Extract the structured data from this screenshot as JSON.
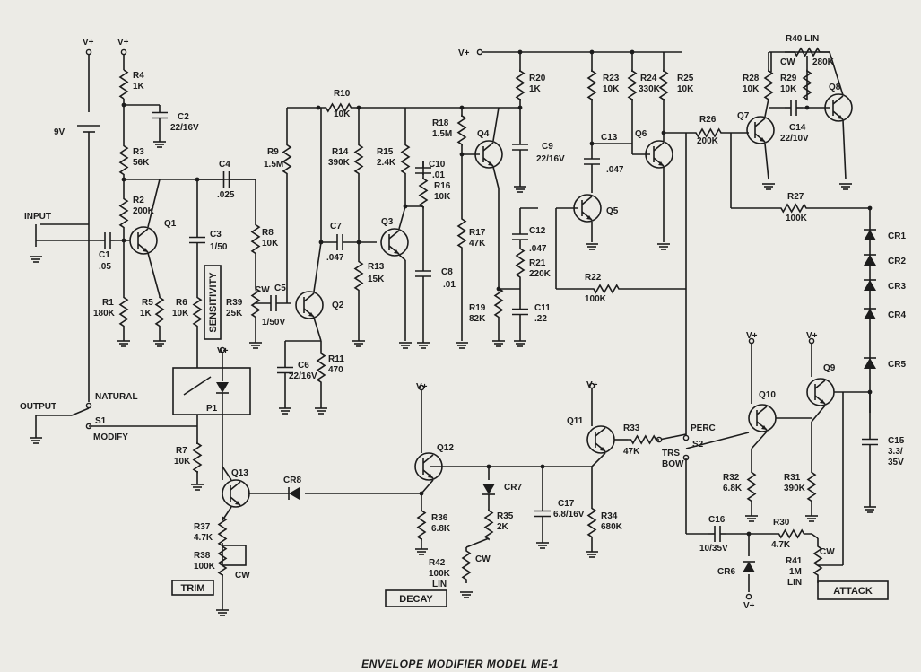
{
  "title": "ENVELOPE MODIFIER MODEL ME-1",
  "boxes": {
    "trim": "TRIM",
    "decay": "DECAY",
    "attack": "ATTACK",
    "sensitivity": "SENSITIVITY"
  },
  "labels": {
    "vplus_a": "V+",
    "vplus_b": "V+",
    "vplus_c": "V+",
    "vplus_d": "V+",
    "vplus_e": "V+",
    "vplus_f": "V+",
    "vplus_g": "V+",
    "vplus_h": "V+",
    "vplus_i": "V+",
    "battery": "9V",
    "input": "INPUT",
    "output": "OUTPUT",
    "natural": "NATURAL",
    "modify": "MODIFY",
    "s1": "S1",
    "perc": "PERC",
    "trs": "TRS",
    "bow": "BOW",
    "s2": "S2",
    "r4": "R4",
    "r4v": "1K",
    "c2": "C2",
    "c2v": "22/16V",
    "r3": "R3",
    "r3v": "56K",
    "c4": "C4",
    "c4v": ".025",
    "r2": "R2",
    "r2v": "200K",
    "q1": "Q1",
    "c3": "C3",
    "c3v": "1/50",
    "r8": "R8",
    "r8v": "10K",
    "c1": "C1",
    "c1v": ".05",
    "r1": "R1",
    "r1v": "180K",
    "r5": "R5",
    "r5v": "1K",
    "r6": "R6",
    "r6v": "10K",
    "r39": "R39",
    "r39v": "25K",
    "cw1": "CW",
    "c5": "C5",
    "c5v": "1/50V",
    "q2": "Q2",
    "c6": "C6",
    "c6v": "22/16V",
    "r11": "R11",
    "r11v": "470",
    "r9": "R9",
    "r9v": "1.5M",
    "r10": "R10",
    "r10v": "10K",
    "r14": "R14",
    "r14v": "390K",
    "r15": "R15",
    "r15v": "2.4K",
    "c7": "C7",
    "c7v": ".047",
    "q3": "Q3",
    "r13": "R13",
    "r13v": "15K",
    "c10": "C10",
    "c10v": ".01",
    "r16": "R16",
    "r16v": "10K",
    "c8": "C8",
    "c8v": ".01",
    "r18": "R18",
    "r18v": "1.5M",
    "q4": "Q4",
    "r17": "R17",
    "r17v": "47K",
    "r19": "R19",
    "r19v": "82K",
    "r20": "R20",
    "r20v": "1K",
    "c9": "C9",
    "c9v": "22/16V",
    "c12": "C12",
    "c12v": ".047",
    "r21": "R21",
    "r21v": "220K",
    "c11": "C11",
    "c11v": ".22",
    "r22": "R22",
    "r22v": "100K",
    "c13": "C13",
    "c13v": ".047",
    "q5": "Q5",
    "r23": "R23",
    "r23v": "10K",
    "r24": "R24",
    "r24v": "330K",
    "r25": "R25",
    "r25v": "10K",
    "q6": "Q6",
    "r26": "R26",
    "r26v": "200K",
    "q7": "Q7",
    "r28": "R28",
    "r28v": "10K",
    "r29": "R29",
    "r29v": "10K",
    "r40": "R40 LIN",
    "r40v": "280K",
    "cw2": "CW",
    "c14": "C14",
    "c14v": "22/10V",
    "q8": "Q8",
    "r27": "R27",
    "r27v": "100K",
    "cr1": "CR1",
    "cr2": "CR2",
    "cr3": "CR3",
    "cr4": "CR4",
    "cr5": "CR5",
    "q9": "Q9",
    "q10": "Q10",
    "c15": "C15",
    "c15v1": "3.3/",
    "c15v2": "35V",
    "r31": "R31",
    "r31v": "390K",
    "r32": "R32",
    "r32v": "6.8K",
    "c16": "C16",
    "c16v": "10/35V",
    "r30": "R30",
    "r30v": "4.7K",
    "r41": "R41",
    "r41v1": "1M",
    "r41v2": "LIN",
    "cw3": "CW",
    "cr6": "CR6",
    "q11": "Q11",
    "r33": "R33",
    "r33v": "47K",
    "q12": "Q12",
    "cr7": "CR7",
    "c17": "C17",
    "c17v": "6.8/16V",
    "r34": "R34",
    "r34v": "680K",
    "r36": "R36",
    "r36v": "6.8K",
    "r35": "R35",
    "r35v": "2K",
    "r42": "R42",
    "r42v1": "100K",
    "r42v2": "LIN",
    "cw4": "CW",
    "p1": "P1",
    "r7": "R7",
    "r7v": "10K",
    "q13": "Q13",
    "cr8": "CR8",
    "r37": "R37",
    "r37v": "4.7K",
    "r38": "R38",
    "r38v": "100K",
    "cw5": "CW"
  }
}
